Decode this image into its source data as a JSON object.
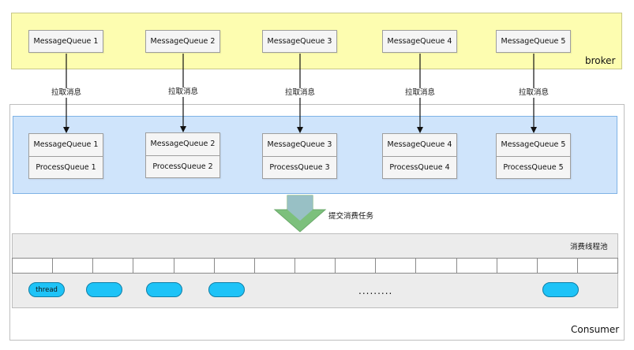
{
  "broker": {
    "label": "broker",
    "queues": [
      {
        "label": "MessageQueue 1"
      },
      {
        "label": "MessageQueue 2"
      },
      {
        "label": "MessageQueue 3"
      },
      {
        "label": "MessageQueue 4"
      },
      {
        "label": "MessageQueue 5"
      }
    ]
  },
  "edges": [
    {
      "label": "拉取消息"
    },
    {
      "label": "拉取消息"
    },
    {
      "label": "拉取消息"
    },
    {
      "label": "拉取消息"
    },
    {
      "label": "拉取消息"
    }
  ],
  "consumer": {
    "label": "Consumer",
    "pairs": [
      {
        "message_queue": "MessageQueue 1",
        "process_queue": "ProcessQueue 1"
      },
      {
        "message_queue": "MessageQueue 2",
        "process_queue": "ProcessQueue 2"
      },
      {
        "message_queue": "MessageQueue 3",
        "process_queue": "ProcessQueue 3"
      },
      {
        "message_queue": "MessageQueue 4",
        "process_queue": "ProcessQueue 4"
      },
      {
        "message_queue": "MessageQueue 5",
        "process_queue": "ProcessQueue 5"
      }
    ],
    "submit_label": "提交消费任务",
    "pool": {
      "label": "消费线程池",
      "threads": [
        {
          "label": "thread"
        },
        {
          "label": ""
        },
        {
          "label": ""
        },
        {
          "label": ""
        },
        {
          "label": ""
        }
      ],
      "ellipsis": "........."
    }
  },
  "colors": {
    "broker_fill": "#fdfdb0",
    "consumer_queue_fill": "#cfe4fb",
    "pool_fill": "#ececec",
    "thread_fill": "#1ec3f7",
    "submit_arrow_fill": "#7cc07c"
  }
}
